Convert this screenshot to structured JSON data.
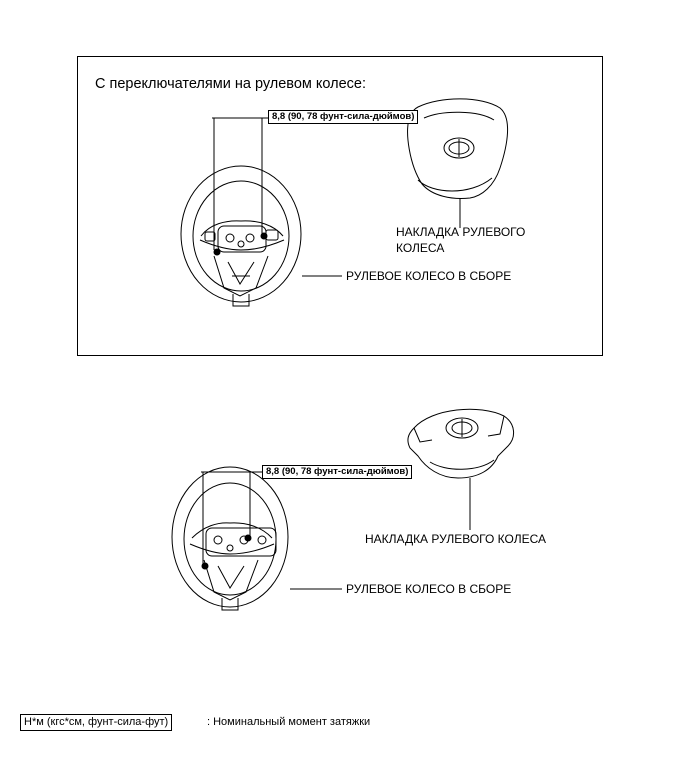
{
  "panel": {
    "title": "С переключателями на рулевом колесе:"
  },
  "top": {
    "torque": "8,8 (90, 78 фунт-сила-дюймов)",
    "pad_label": "НАКЛАДКА РУЛЕВОГО\nКОЛЕСА",
    "pad_label_line1": "НАКЛАДКА РУЛЕВОГО",
    "pad_label_line2": "КОЛЕСА",
    "wheel_label": "РУЛЕВОЕ КОЛЕСО В СБОРЕ"
  },
  "bottom": {
    "torque": "8,8 (90, 78 фунт-сила-дюймов)",
    "pad_label": "НАКЛАДКА РУЛЕВОГО КОЛЕСА",
    "wheel_label": "РУЛЕВОЕ КОЛЕСО В СБОРЕ"
  },
  "legend": {
    "unit_box": "Н*м (кгс*см, фунт-сила-фут)",
    "description": ": Номинальный момент затяжки"
  }
}
